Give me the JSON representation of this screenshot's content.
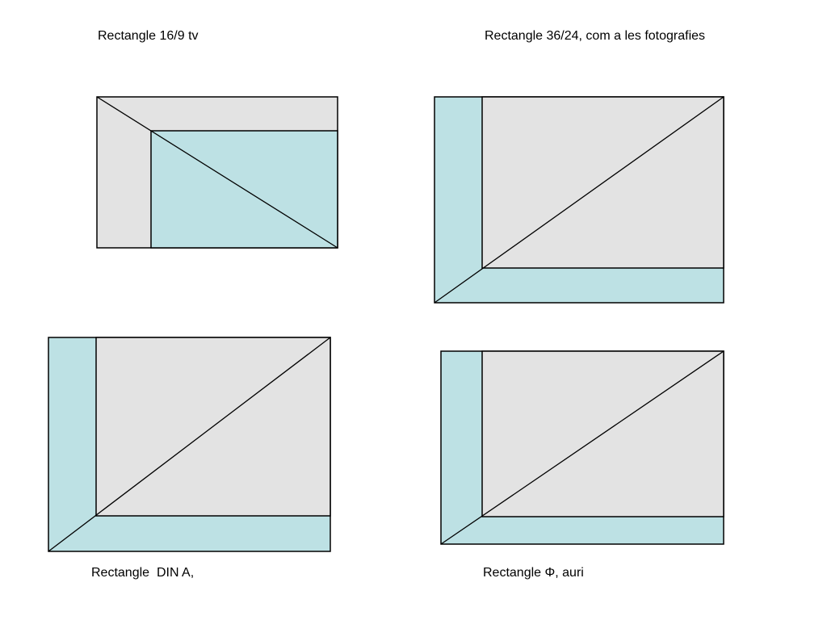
{
  "captions": {
    "rect_16_9": "Rectangle 16/9 tv",
    "rect_36_24": "Rectangle 36/24, com a les fotografies",
    "rect_din": "Rectangle  DIN A,",
    "rect_phi": "Rectangle Φ, auri"
  },
  "colors": {
    "grey_fill": "#e3e3e3",
    "blue_fill": "#bde1e4",
    "stroke": "#000000",
    "background": "#ffffff"
  }
}
